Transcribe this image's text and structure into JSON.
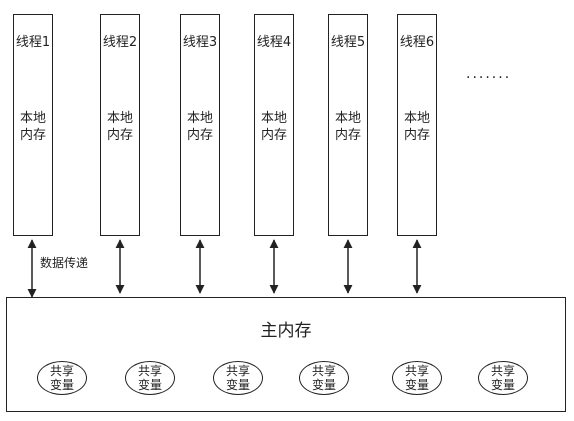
{
  "threads": [
    {
      "name": "线程1",
      "mem_line1": "本地",
      "mem_line2": "内存"
    },
    {
      "name": "线程2",
      "mem_line1": "本地",
      "mem_line2": "内存"
    },
    {
      "name": "线程3",
      "mem_line1": "本地",
      "mem_line2": "内存"
    },
    {
      "name": "线程4",
      "mem_line1": "本地",
      "mem_line2": "内存"
    },
    {
      "name": "线程5",
      "mem_line1": "本地",
      "mem_line2": "内存"
    },
    {
      "name": "线程6",
      "mem_line1": "本地",
      "mem_line2": "内存"
    }
  ],
  "ellipsis": "·······",
  "transfer_label": "数据传递",
  "main_memory": {
    "title": "主内存",
    "shared_vars": [
      {
        "line1": "共享",
        "line2": "变量"
      },
      {
        "line1": "共享",
        "line2": "变量"
      },
      {
        "line1": "共享",
        "line2": "变量"
      },
      {
        "line1": "共享",
        "line2": "变量"
      },
      {
        "line1": "共享",
        "line2": "变量"
      },
      {
        "line1": "共享",
        "line2": "变量"
      }
    ]
  }
}
